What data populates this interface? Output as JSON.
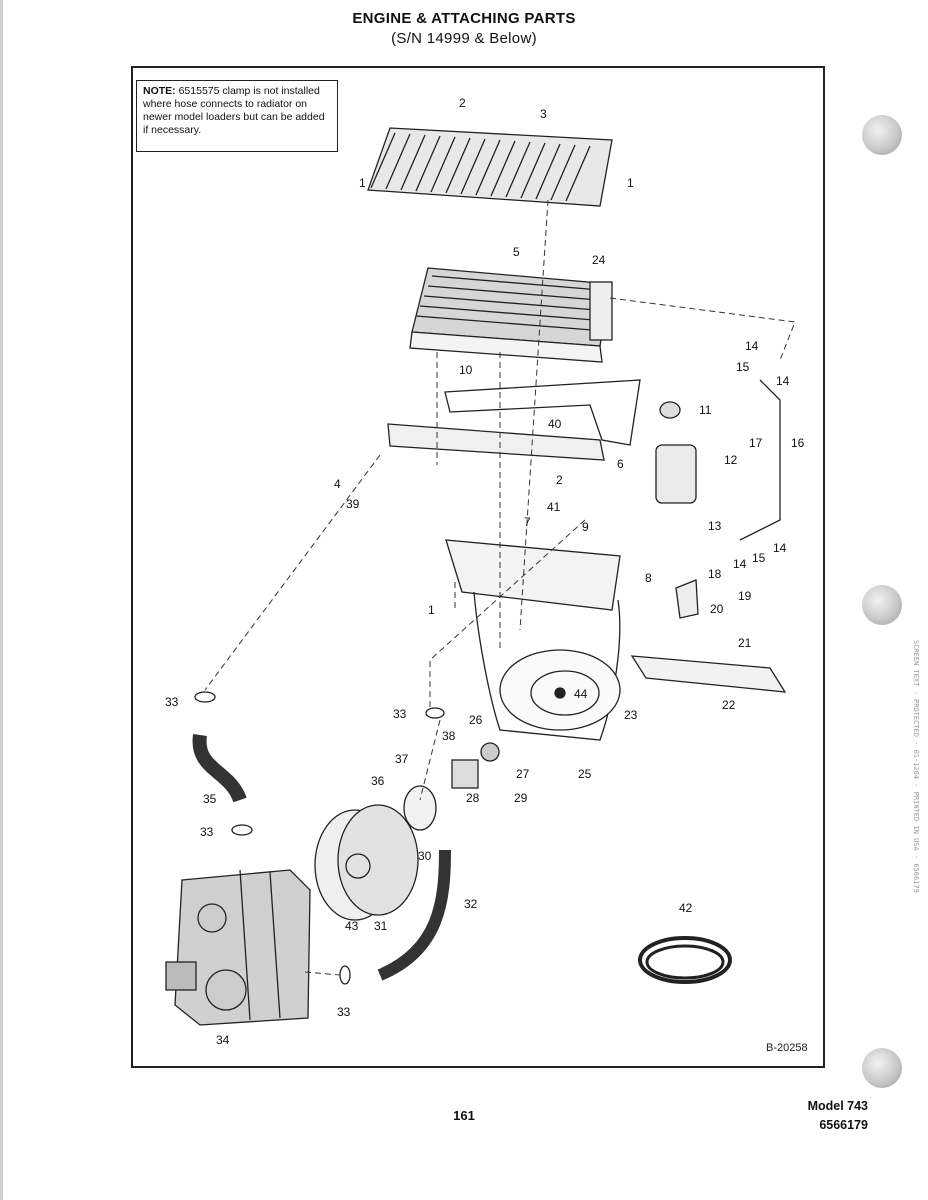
{
  "header": {
    "title": "ENGINE & ATTACHING PARTS",
    "subtitle": "(S/N 14999 & Below)"
  },
  "note": {
    "label": "NOTE:",
    "text": "6515575 clamp is not installed where hose connects to radiator on newer model loaders but can be added if necessary."
  },
  "diagram": {
    "reference": "B-20258",
    "callouts": [
      "1",
      "1",
      "1",
      "2",
      "2",
      "3",
      "4",
      "5",
      "6",
      "7",
      "8",
      "9",
      "10",
      "11",
      "12",
      "13",
      "14",
      "14",
      "14",
      "14",
      "15",
      "15",
      "16",
      "17",
      "18",
      "19",
      "20",
      "21",
      "22",
      "23",
      "24",
      "25",
      "26",
      "27",
      "28",
      "29",
      "30",
      "31",
      "32",
      "33",
      "33",
      "33",
      "33",
      "34",
      "35",
      "36",
      "37",
      "38",
      "39",
      "40",
      "41",
      "42",
      "43",
      "44"
    ]
  },
  "footer": {
    "page_number": "161",
    "model": "Model 743",
    "part_number": "6566179"
  },
  "margin": {
    "text": "SCREEN TEXT · PROTECTED · 01-1204 · PRINTED IN USA · 6566179"
  }
}
